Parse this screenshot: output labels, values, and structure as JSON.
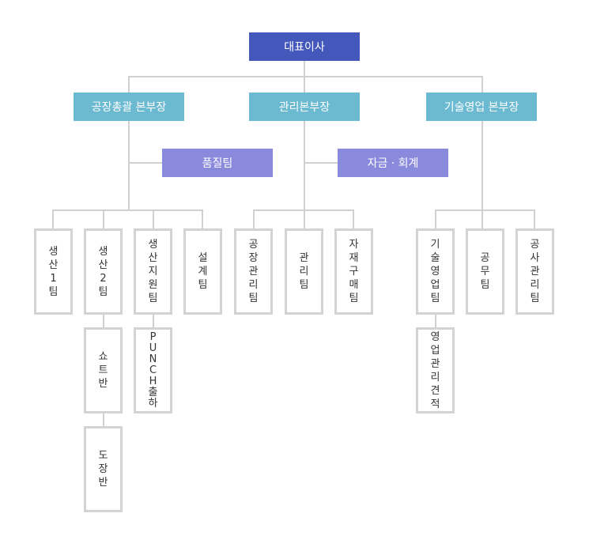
{
  "ceo": "대표이사",
  "headquarters": [
    {
      "id": "hq1",
      "label": "공장총괄 본부장"
    },
    {
      "id": "hq2",
      "label": "관리본부장"
    },
    {
      "id": "hq3",
      "label": "기술영업 본부장"
    }
  ],
  "subunits": [
    {
      "id": "sub1",
      "label": "품질팀"
    },
    {
      "id": "sub2",
      "label": "자금 · 회계"
    }
  ],
  "teams": [
    {
      "id": "t-prod1",
      "label": "생산1팀"
    },
    {
      "id": "t-prod2",
      "label": "생산2팀"
    },
    {
      "id": "t-prodsup",
      "label": "생산지원팀"
    },
    {
      "id": "t-design",
      "label": "설계팀"
    },
    {
      "id": "t-factorymgmt",
      "label": "공장관리팀"
    },
    {
      "id": "t-mgmt",
      "label": "관리팀"
    },
    {
      "id": "t-material",
      "label": "자재구매팀"
    },
    {
      "id": "t-techsales",
      "label": "기술영업팀"
    },
    {
      "id": "t-works",
      "label": "공무팀"
    },
    {
      "id": "t-construction",
      "label": "공사관리팀"
    },
    {
      "id": "t-short",
      "label": "쇼트반"
    },
    {
      "id": "t-punch",
      "label": "PUNCH출하"
    },
    {
      "id": "t-paint",
      "label": "도장반"
    },
    {
      "id": "t-salesest",
      "label": "영업관리견적"
    }
  ]
}
